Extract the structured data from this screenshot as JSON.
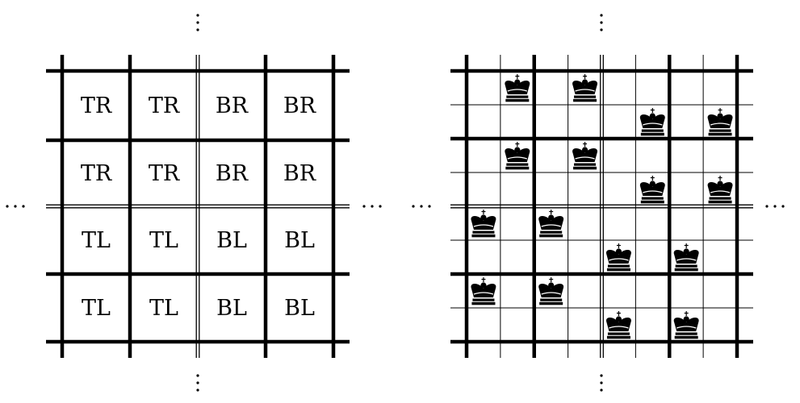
{
  "left_grid": {
    "rows": [
      [
        "TR",
        "TR",
        "BR",
        "BR"
      ],
      [
        "TR",
        "TR",
        "BR",
        "BR"
      ],
      [
        "TL",
        "TL",
        "BL",
        "BL"
      ],
      [
        "TL",
        "TL",
        "BL",
        "BL"
      ]
    ]
  },
  "right_grid": {
    "size": 8,
    "piece": "king",
    "piece_color": "#000000",
    "kings": [
      [
        0,
        1
      ],
      [
        0,
        3
      ],
      [
        1,
        5
      ],
      [
        1,
        7
      ],
      [
        2,
        1
      ],
      [
        2,
        3
      ],
      [
        3,
        5
      ],
      [
        3,
        7
      ],
      [
        4,
        0
      ],
      [
        4,
        2
      ],
      [
        5,
        4
      ],
      [
        5,
        6
      ],
      [
        6,
        0
      ],
      [
        6,
        2
      ],
      [
        7,
        4
      ],
      [
        7,
        6
      ]
    ]
  },
  "continuation_marker": "⋮",
  "horizontal_marker": "···"
}
